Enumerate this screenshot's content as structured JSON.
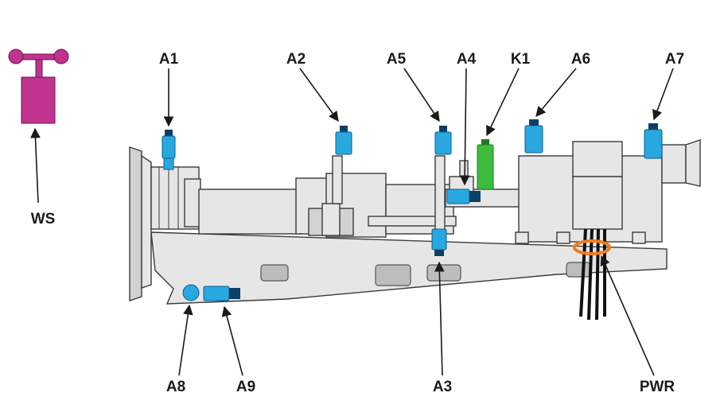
{
  "colors": {
    "sensor": "#29a8e0",
    "sensor_dark": "#0a3f66",
    "proximity": "#3dbb3d",
    "wind_sensor": "#c0338f",
    "power_ring": "#f07c1e",
    "body": "#e6e6e6"
  },
  "labels": {
    "ws": "WS",
    "a1": "A1",
    "a2": "A2",
    "a3": "A3",
    "a4": "A4",
    "a5": "A5",
    "a6": "A6",
    "a7": "A7",
    "a8": "A8",
    "a9": "A9",
    "k1": "K1",
    "pwr": "PWR"
  }
}
